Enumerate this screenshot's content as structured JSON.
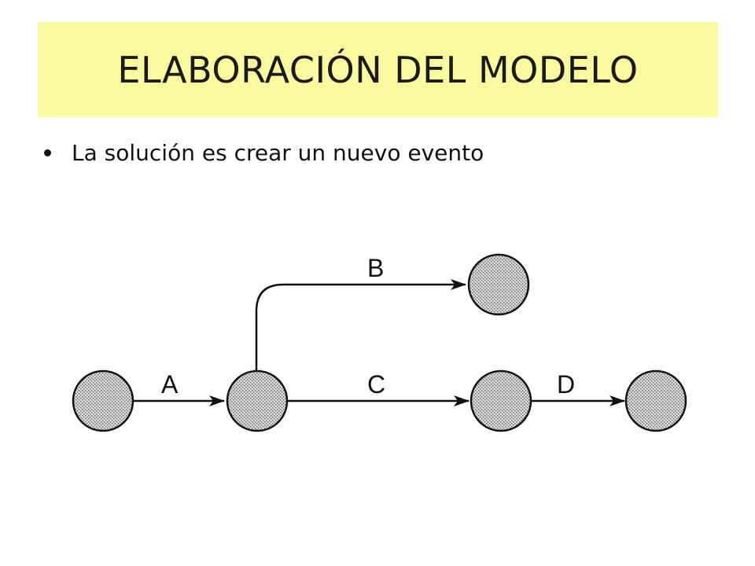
{
  "slide": {
    "title": "ELABORACIÓN DEL MODELO",
    "bullet": "La solución es crear un nuevo evento"
  },
  "colors": {
    "banner": "#fafa9f",
    "node_fill": "#c8c8c8",
    "stroke": "#111111"
  },
  "diagram": {
    "nodes": [
      {
        "id": "n1"
      },
      {
        "id": "n2"
      },
      {
        "id": "n3"
      },
      {
        "id": "n4"
      },
      {
        "id": "n5"
      }
    ],
    "edges": [
      {
        "from": "n1",
        "to": "n2",
        "label": "A"
      },
      {
        "from": "n2",
        "to": "n3",
        "label": "B"
      },
      {
        "from": "n2",
        "to": "n4",
        "label": "C"
      },
      {
        "from": "n4",
        "to": "n5",
        "label": "D"
      }
    ]
  }
}
